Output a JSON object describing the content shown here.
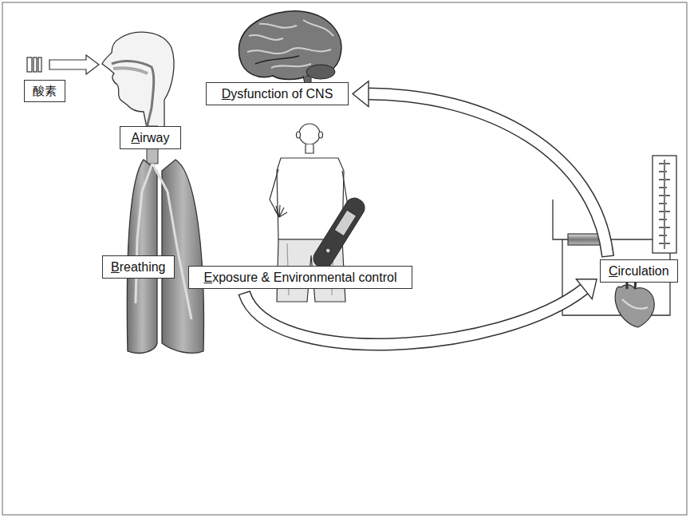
{
  "diagram": {
    "nodes": [
      {
        "text": [
          "Dysfunction of CNS"
        ]
      },
      {
        "text": [
          "酸素"
        ]
      },
      {
        "text": [
          "Airway"
        ]
      },
      {
        "text": [
          "Breathing"
        ]
      },
      {
        "text": [
          "Exposure & Environmental control"
        ]
      },
      {
        "text": [
          "Circulation"
        ]
      }
    ],
    "edges": [
      {
        "from": 4,
        "to": 5,
        "arrow": "to"
      },
      {
        "from": 5,
        "to": 0,
        "arrow": "to"
      }
    ]
  }
}
